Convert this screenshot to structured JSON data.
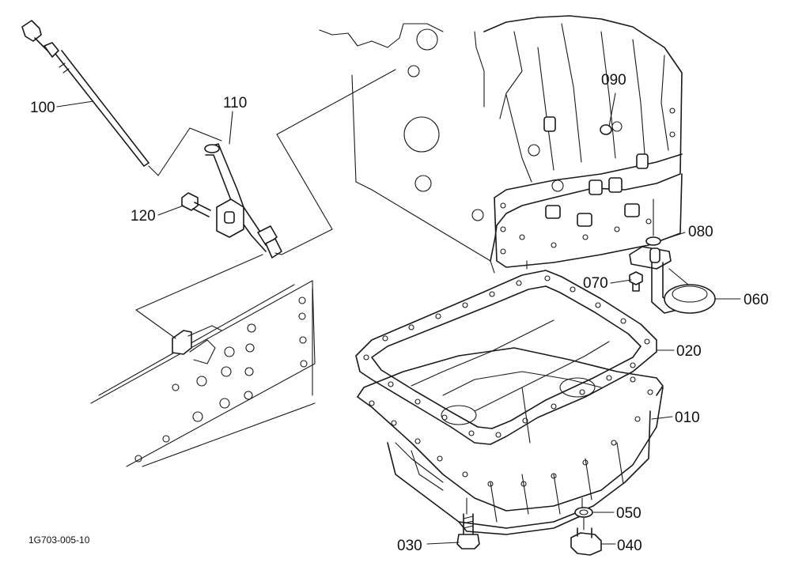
{
  "diagram": {
    "reference_code": "1G703-005-10",
    "parts": [
      {
        "id": "p100",
        "label": "100"
      },
      {
        "id": "p110",
        "label": "110"
      },
      {
        "id": "p120",
        "label": "120"
      },
      {
        "id": "p090",
        "label": "090"
      },
      {
        "id": "p080",
        "label": "080"
      },
      {
        "id": "p070",
        "label": "070"
      },
      {
        "id": "p060",
        "label": "060"
      },
      {
        "id": "p020",
        "label": "020"
      },
      {
        "id": "p010",
        "label": "010"
      },
      {
        "id": "p050",
        "label": "050"
      },
      {
        "id": "p030",
        "label": "030"
      },
      {
        "id": "p040",
        "label": "040"
      }
    ]
  }
}
